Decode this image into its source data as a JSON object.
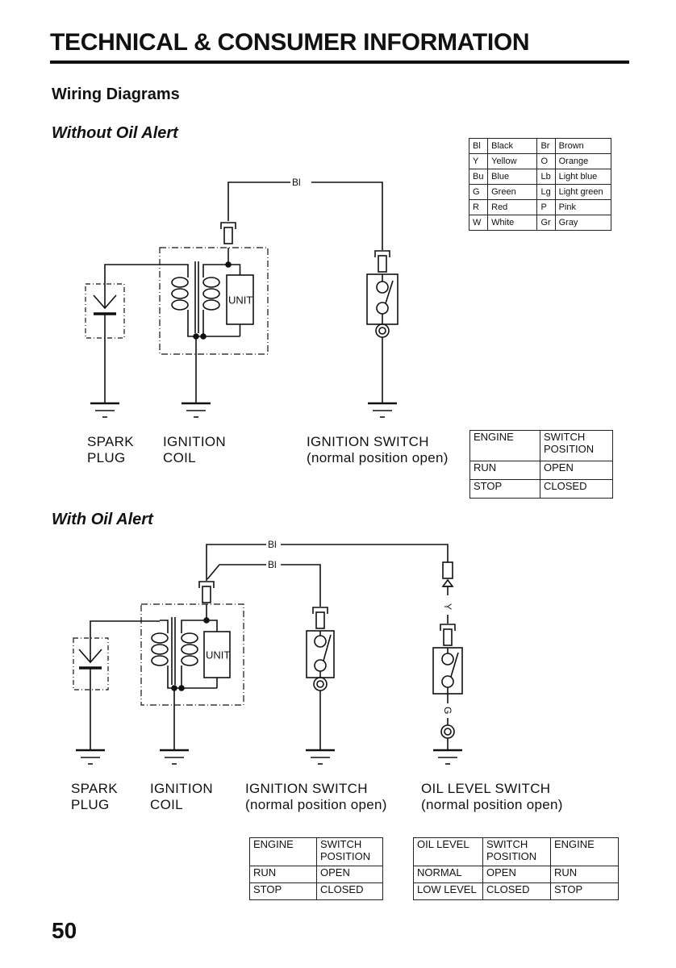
{
  "header": {
    "title": "TECHNICAL & CONSUMER INFORMATION"
  },
  "section_title": "Wiring Diagrams",
  "color_codes": [
    [
      "Bl",
      "Black",
      "Br",
      "Brown"
    ],
    [
      "Y",
      "Yellow",
      "O",
      "Orange"
    ],
    [
      "Bu",
      "Blue",
      "Lb",
      "Light blue"
    ],
    [
      "G",
      "Green",
      "Lg",
      "Light green"
    ],
    [
      "R",
      "Red",
      "P",
      "Pink"
    ],
    [
      "W",
      "White",
      "Gr",
      "Gray"
    ]
  ],
  "without_oil_alert": {
    "heading": "Without Oil Alert",
    "wire_label": "Bl",
    "unit_label": "UNIT",
    "labels": {
      "spark_plug": [
        "SPARK",
        "PLUG"
      ],
      "ignition_coil": [
        "IGNITION",
        "COIL"
      ],
      "ignition_switch": [
        "IGNITION SWITCH",
        "(normal position open)"
      ]
    },
    "table": {
      "headers": [
        "ENGINE",
        "SWITCH POSITION"
      ],
      "rows": [
        [
          "RUN",
          "OPEN"
        ],
        [
          "STOP",
          "CLOSED"
        ]
      ]
    }
  },
  "with_oil_alert": {
    "heading": "With Oil Alert",
    "wire_labels": [
      "Bl",
      "Bl",
      "Y",
      "G"
    ],
    "unit_label": "UNIT",
    "labels": {
      "spark_plug": [
        "SPARK",
        "PLUG"
      ],
      "ignition_coil": [
        "IGNITION",
        "COIL"
      ],
      "ignition_switch": [
        "IGNITION SWITCH",
        "(normal position open)"
      ],
      "oil_level_switch": [
        "OIL LEVEL SWITCH",
        "(normal position open)"
      ]
    },
    "table1": {
      "headers": [
        "ENGINE",
        "SWITCH POSITION"
      ],
      "rows": [
        [
          "RUN",
          "OPEN"
        ],
        [
          "STOP",
          "CLOSED"
        ]
      ]
    },
    "table2": {
      "headers": [
        "OIL LEVEL",
        "SWITCH POSITION",
        "ENGINE"
      ],
      "rows": [
        [
          "NORMAL",
          "OPEN",
          "RUN"
        ],
        [
          "LOW LEVEL",
          "CLOSED",
          "STOP"
        ]
      ]
    }
  },
  "page_number": "50"
}
